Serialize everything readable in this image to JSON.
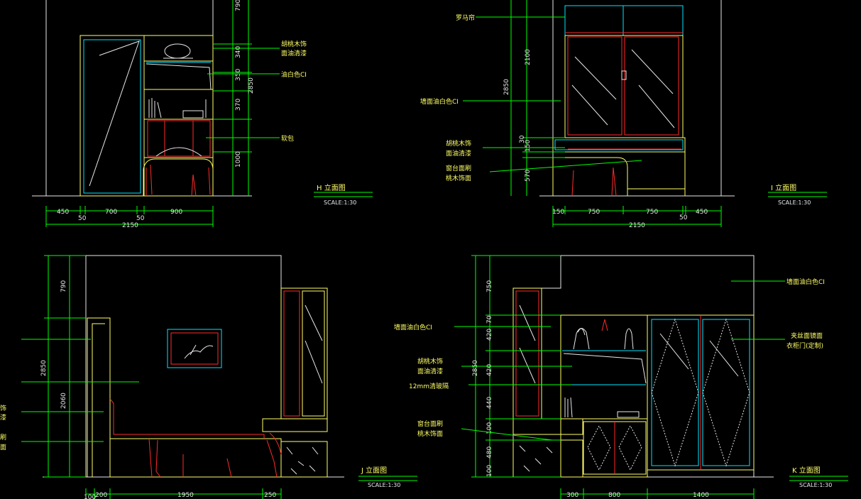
{
  "colors": {
    "dimension": "#00ff00",
    "wall": "#e8e8e8",
    "furniture": "#ffff66",
    "accent_red": "#ff2a2a",
    "glass": "#00e5ff",
    "annotation": "#ffff66"
  },
  "scale": "SCALE:1:30",
  "views": {
    "H": {
      "title": "H   立面图",
      "scale": "SCALE:1:30",
      "vdims": [
        "790",
        "340",
        "350",
        "370",
        "1000",
        "2850"
      ],
      "hdims": [
        "450",
        "50",
        "700",
        "50",
        "900",
        "2150"
      ],
      "labels": [
        "胡桃木饰",
        "面油清漆",
        "油白色CI",
        "软包"
      ]
    },
    "I": {
      "title": "I   立面图",
      "scale": "SCALE:1:30",
      "vdims": [
        "2100",
        "2850",
        "30",
        "150",
        "570"
      ],
      "hdims": [
        "150",
        "750",
        "750",
        "450",
        "50",
        "2150"
      ],
      "labels": [
        "罗马帘",
        "墙面油白色CI",
        "胡桃木饰",
        "面油清漆",
        "窗台面刷",
        "桃木饰面"
      ]
    },
    "J": {
      "title": "J   立面图",
      "scale": "SCALE:1:30",
      "vdims": [
        "790",
        "2850",
        "2060"
      ],
      "hdims": [
        "200",
        "1950",
        "250",
        "100"
      ],
      "labels": [
        "饰",
        "漆",
        "刷",
        "面"
      ]
    },
    "K": {
      "title": "K   立面图",
      "scale": "SCALE:1:30",
      "vdims": [
        "750",
        "70",
        "420",
        "2850",
        "420",
        "440",
        "100",
        "480",
        "100"
      ],
      "hdims": [
        "300",
        "800",
        "1400"
      ],
      "labels": [
        "墙面油白色CI",
        "墙面油白色CI",
        "胡桃木饰",
        "面油清漆",
        "12mm清玻隔",
        "窗台面刷",
        "桃木饰面",
        "夹丝面镜面",
        "衣柜门(定制)"
      ]
    }
  }
}
